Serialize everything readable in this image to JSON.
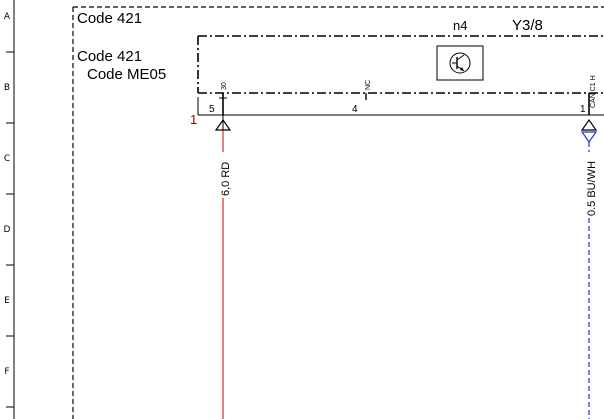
{
  "row_labels": [
    "A",
    "B",
    "C",
    "D",
    "E",
    "F"
  ],
  "outer_box": {
    "code_label": "Code 421"
  },
  "component": {
    "id": "n4",
    "connector": "Y3/8",
    "code_line1": "Code 421",
    "code_line2": "Code ME05",
    "icon": "transistor-symbol-icon"
  },
  "pins": [
    {
      "number": "5",
      "name": "30"
    },
    {
      "number": "4",
      "name": "NC"
    },
    {
      "number": "1",
      "name": "CAN C1 H"
    }
  ],
  "wires": [
    {
      "label": "6,0 RD",
      "color": "#cc0000"
    },
    {
      "label": "0.5 BU/WH",
      "color": "#2233cc"
    }
  ],
  "ref_number": "1"
}
